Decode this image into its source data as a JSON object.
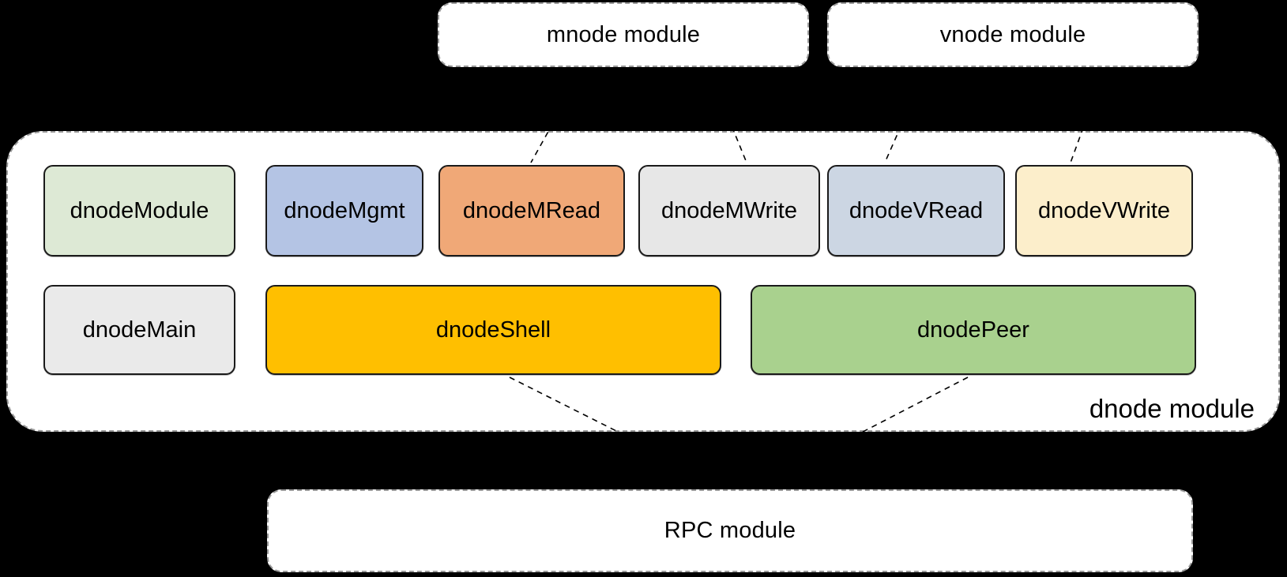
{
  "background_color": "#000000",
  "modules": {
    "mnode": {
      "label": "mnode module",
      "fill": "#ffffff",
      "border": "dashed"
    },
    "vnode": {
      "label": "vnode module",
      "fill": "#ffffff",
      "border": "dashed"
    },
    "rpc": {
      "label": "RPC module",
      "fill": "#ffffff",
      "border": "dashed"
    },
    "dnode": {
      "label": "dnode module",
      "fill": "#ffffff",
      "border": "dashed"
    }
  },
  "dnode_row1": [
    {
      "label": "dnodeModule",
      "fill": "#dde9d5"
    },
    {
      "label": "dnodeMgmt",
      "fill": "#b4c4e4"
    },
    {
      "label": "dnodeMRead",
      "fill": "#f0a877"
    },
    {
      "label": "dnodeMWrite",
      "fill": "#e7e7e7"
    },
    {
      "label": "dnodeVRead",
      "fill": "#ccd6e3"
    },
    {
      "label": "dnodeVWrite",
      "fill": "#fceecb"
    }
  ],
  "dnode_row2": [
    {
      "label": "dnodeMain",
      "fill": "#eaeaea"
    },
    {
      "label": "dnodeShell",
      "fill": "#ffbf00"
    },
    {
      "label": "dnodePeer",
      "fill": "#a9d18e"
    }
  ],
  "connections": [
    {
      "from": "mnode module",
      "to": "dnodeMRead"
    },
    {
      "from": "mnode module",
      "to": "dnodeMWrite"
    },
    {
      "from": "vnode module",
      "to": "dnodeVRead"
    },
    {
      "from": "vnode module",
      "to": "dnodeVWrite"
    },
    {
      "from": "dnodeShell",
      "to": "RPC module"
    },
    {
      "from": "dnodePeer",
      "to": "RPC module"
    }
  ]
}
